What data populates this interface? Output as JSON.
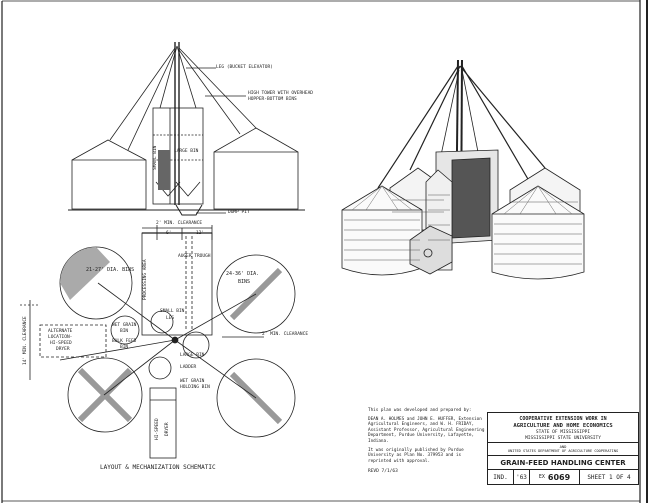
{
  "labels": {
    "leg": "LEG (BUCKET ELEVATOR)",
    "tower": "HIGH TOWER WITH OVERHEAD",
    "tower2": "HOPPER-BOTTOM BINS",
    "large_bin_elev": "LARGE BIN",
    "small_bin_elev": "SMALL BIN",
    "dump_pit": "DUMP PIT",
    "clearance_top": "2' MIN. CLEARANCE",
    "dim_6": "6'",
    "dim_12": "12'",
    "processing_area": "PROCESSING AREA",
    "auger_trough": "AUGER TROUGH",
    "bins_left": "21-27' DIA. BINS",
    "bins_right_1": "24-36' DIA.",
    "bins_right_2": "BINS",
    "alt_1": "ALTERNATE",
    "alt_2": "LOCATION-",
    "alt_3": "HI-SPEED",
    "alt_4": "DRYER",
    "wet_grain_1": "WET GRAIN",
    "wet_grain_2": "BIN",
    "bulk_feed_1": "BULK FEED",
    "bulk_feed_2": "BIN",
    "small_bin_plan": "SMALL BIN",
    "leg_plan": "LEG",
    "large_bin_plan": "LARGE BIN",
    "ladder": "LADDER",
    "wet_hold_1": "WET GRAIN",
    "wet_hold_2": "HOLDING BIN",
    "clearance_right": "2' MIN. CLEARANCE",
    "clearance_left": "14' MIN. CLEARANCE",
    "hispeed_dryer_1": "HI-SPEED",
    "hispeed_dryer_2": "DRYER",
    "caption": "LAYOUT & MECHANIZATION SCHEMATIC",
    "date": "REVD 7/1/63"
  },
  "credits": {
    "p1": "This plan was developed and prepared by:",
    "p2": "DEAN A. HOLMES and JOHN E. HUFFER, Extension Agricultural Engineers, and W. H. FRIDAY, Assistant Professor, Agricultural Engineering Department, Purdue University, Lafayette, Indiana.",
    "p3": "It was originally published by Purdue University as Plan No. 379953 and is reprinted with approval."
  },
  "title_block": {
    "coop_1": "COOPERATIVE EXTENSION WORK IN",
    "coop_2": "AGRICULTURE AND HOME ECONOMICS",
    "state_1": "STATE OF MISSISSIPPI",
    "state_2": "MISSISSIPPI STATE UNIVERSITY",
    "and": "AND",
    "usda": "UNITED STATES DEPARTMENT OF AGRICULTURE COOPERATING",
    "title": "GRAIN-FEED HANDLING CENTER",
    "ind": "IND.",
    "year": "'63",
    "ex_label": "EX",
    "ex_number": "6069",
    "sheet": "SHEET 1 OF 4"
  }
}
